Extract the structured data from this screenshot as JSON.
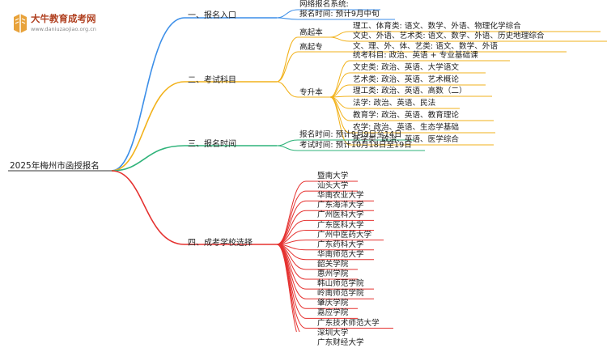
{
  "logo": {
    "title": "大牛教育成考网",
    "url": "www.daniuzaojiao.org.cn",
    "colors": {
      "accent": "#e8a23a",
      "title": "#b04020"
    }
  },
  "root": "2025年梅州市函授报名",
  "colors": {
    "branch1": "#3b8ee8",
    "branch2": "#f2b21b",
    "branch3": "#2fb37a",
    "branch4": "#e5312f"
  },
  "branch1": {
    "label": "一、报名入口",
    "items": [
      "网络报名系统:",
      "报名时间: 预计9月中旬"
    ]
  },
  "branch2": {
    "label": "二、考试科目",
    "gqb": {
      "label": "高起本",
      "items": [
        "理工、体育类: 语文、数学、外语、物理化学综合",
        "文史、外语、艺术类: 语文、数学、外语、历史地理综合"
      ]
    },
    "gqz": {
      "label": "高起专",
      "items": [
        "文、理、外、体、艺类: 语文、数学、外语"
      ]
    },
    "zsb": {
      "label": "专升本",
      "items": [
        "统考科目: 政治、英语 + 专业基础课",
        "文史类: 政治、英语、大学语文",
        "艺术类: 政治、英语、艺术概论",
        "理工类: 政治、英语、高数（二）",
        "法学: 政治、英语、民法",
        "教育学: 政治、英语、教育理论",
        "农学: 政治、英语、生态学基础",
        "医学类: 政治、英语、医学综合"
      ]
    }
  },
  "branch3": {
    "label": "三、报名时间",
    "items": [
      "报名时间: 预计9月9日至14日",
      "考试时间: 预计10月18日至19日"
    ]
  },
  "branch4": {
    "label": "四、成考学校选择",
    "items": [
      "暨南大学",
      "汕头大学",
      "华南农业大学",
      "广东海洋大学",
      "广州医科大学",
      "广东医科大学",
      "广州中医药大学",
      "广东药科大学",
      "华南师范大学",
      "韶关学院",
      "惠州学院",
      "韩山师范学院",
      "岭南师范学院",
      "肇庆学院",
      "嘉应学院",
      "广东技术师范大学",
      "深圳大学",
      "广东财经大学"
    ]
  }
}
